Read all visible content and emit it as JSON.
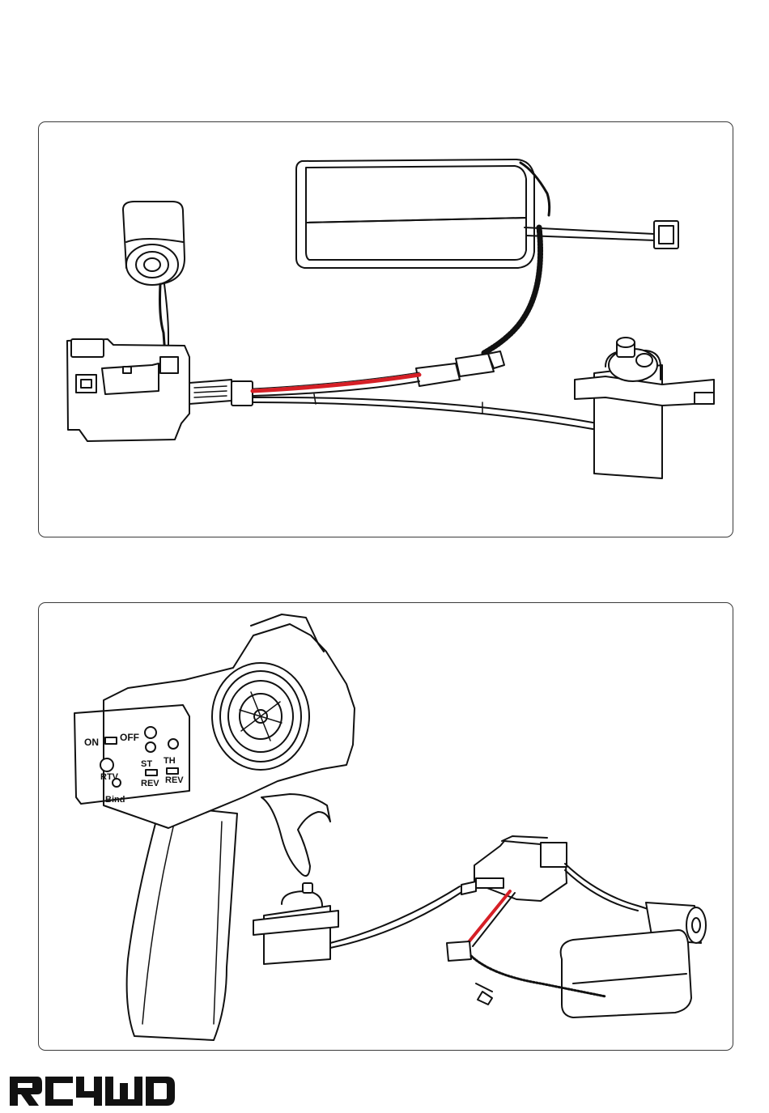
{
  "transmitter": {
    "power_on": "ON",
    "power_off": "OFF",
    "rtv": "RTV",
    "bind": "Bind",
    "st": "ST",
    "th": "TH",
    "st_rev": "REV",
    "th_rev": "REV"
  },
  "brand": {
    "logo_text": "RC4WD"
  },
  "colors": {
    "line": "#111111",
    "red_wire": "#d61f26",
    "panel_border": "#3a3a3a"
  }
}
